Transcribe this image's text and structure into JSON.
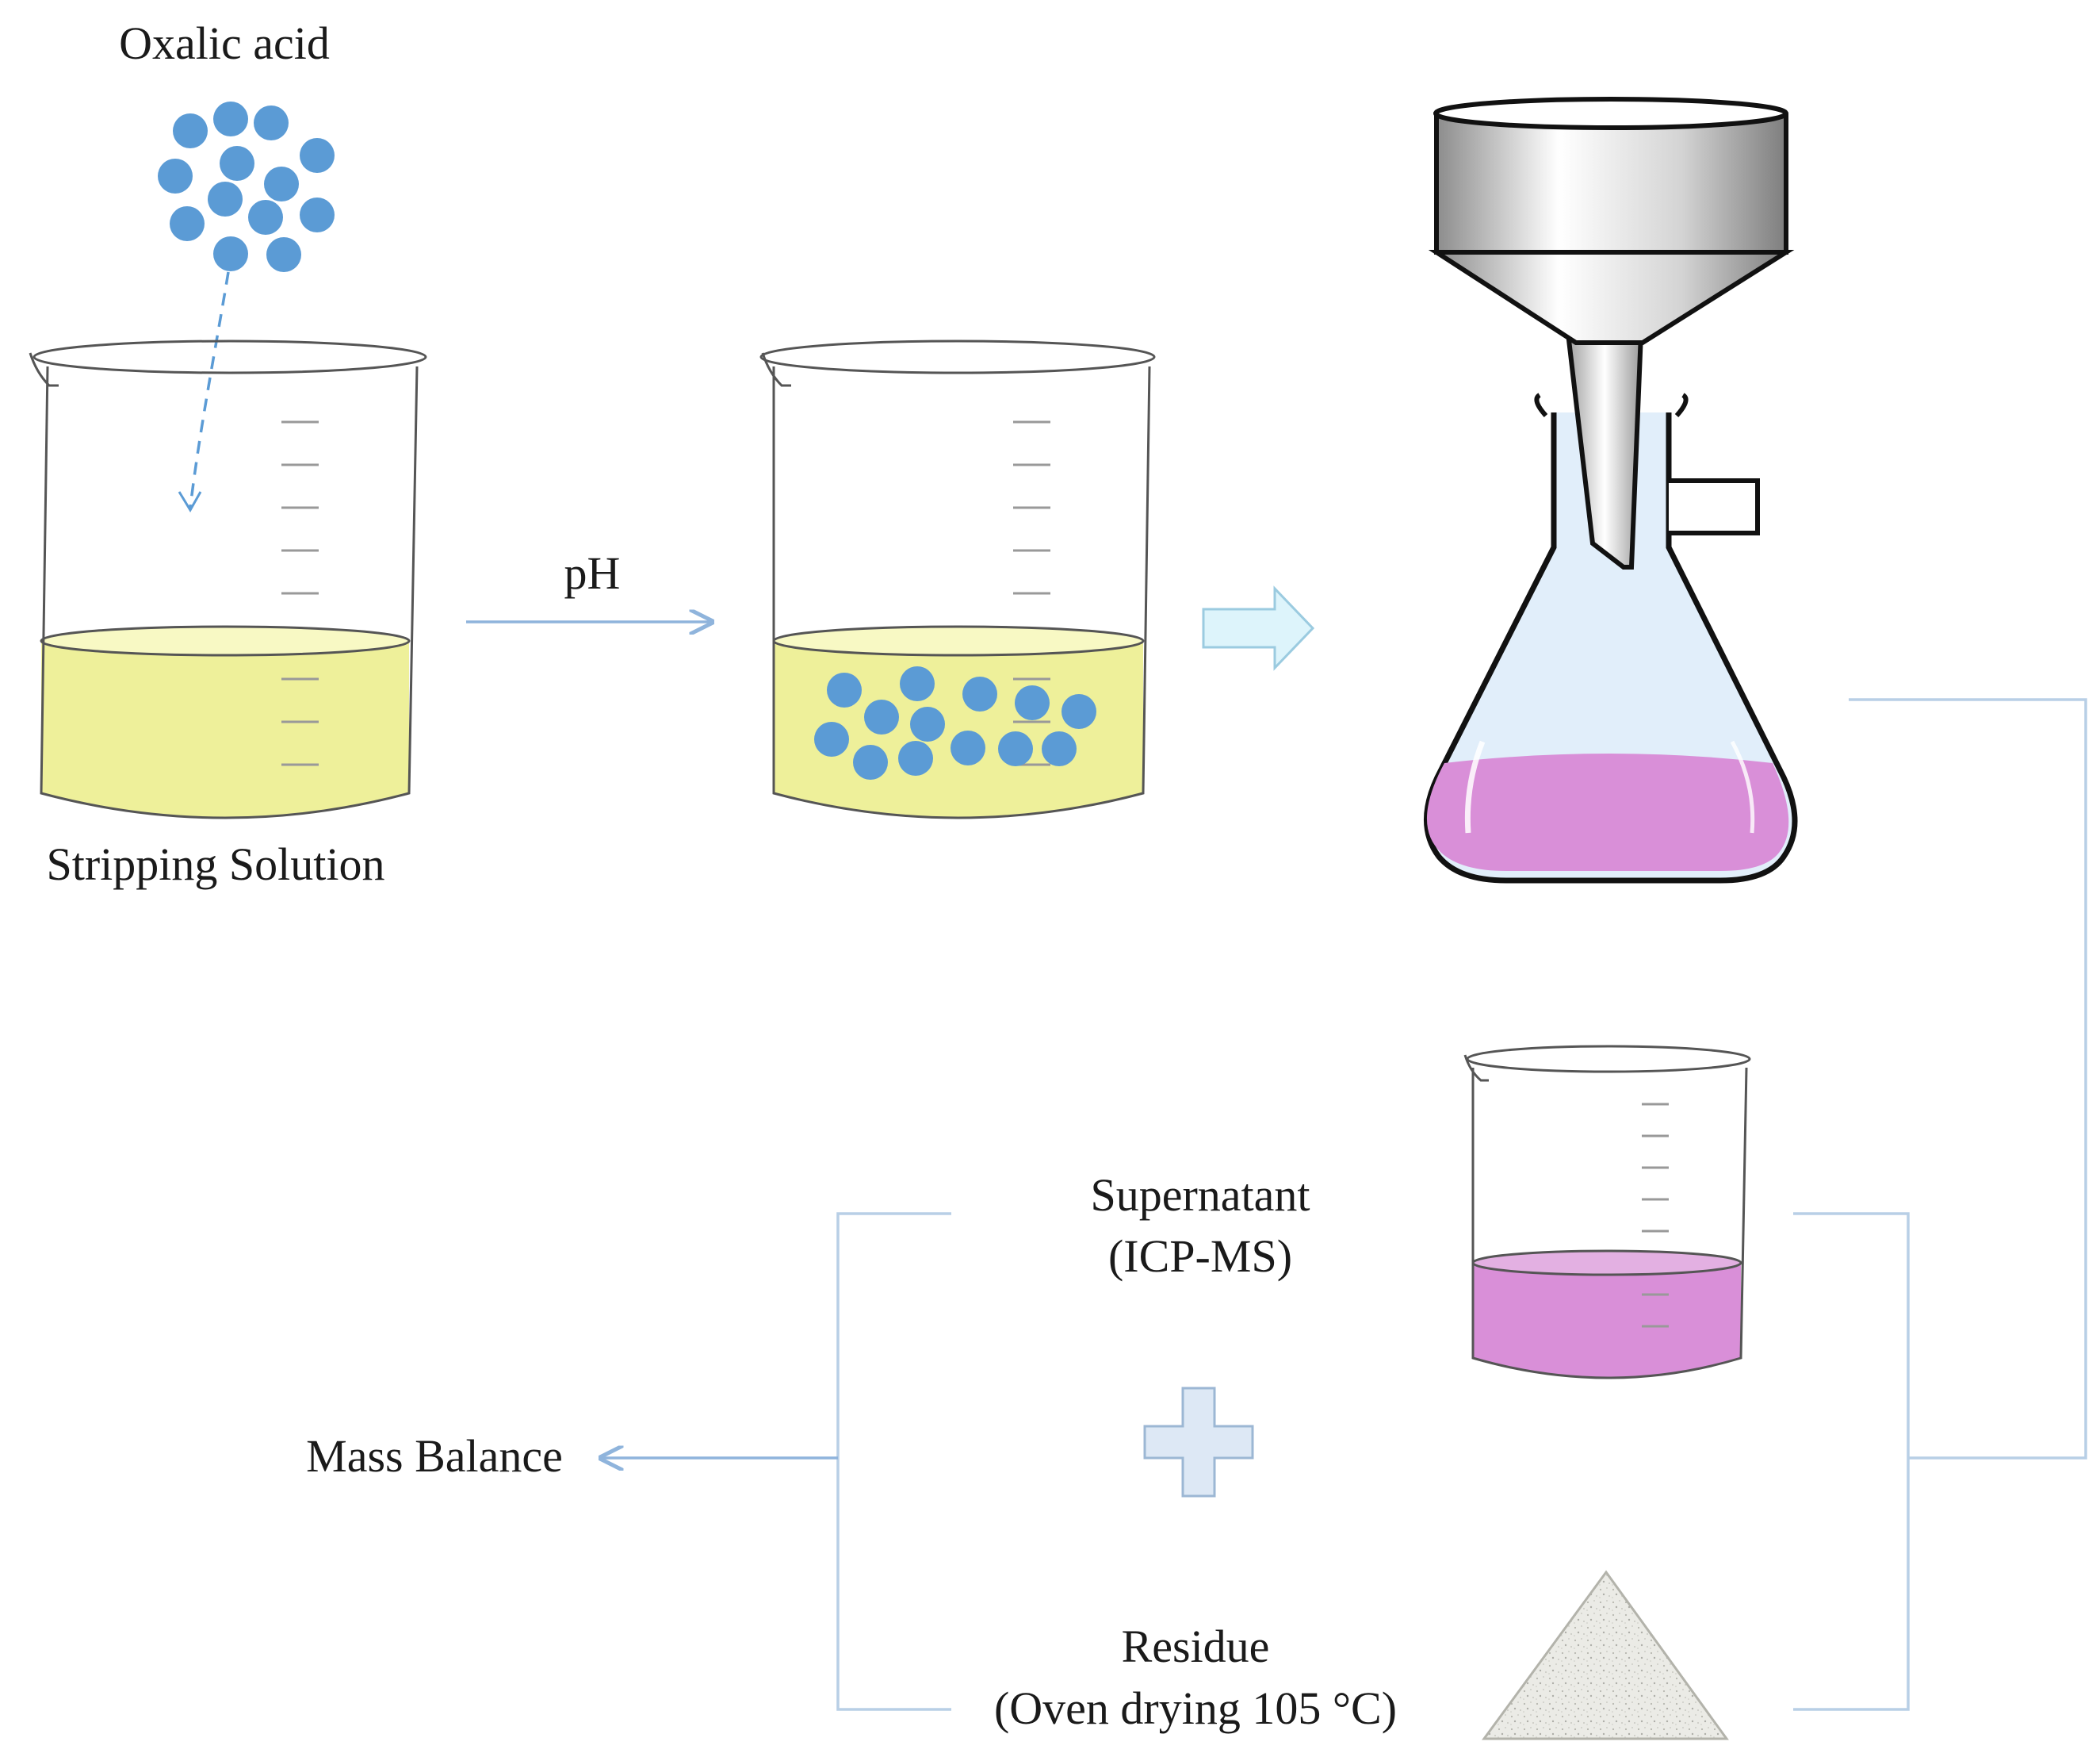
{
  "labels": {
    "oxalic_acid": "Oxalic acid",
    "stripping_solution": "Stripping Solution",
    "ph": "pH",
    "supernatant": "Supernatant",
    "supernatant_method": "(ICP-MS)",
    "mass_balance": "Mass Balance",
    "residue": "Residue",
    "residue_method": "(Oven drying 105 °C)"
  },
  "colors": {
    "stripping_solution": "#eef09a",
    "particles": "#5b9bd5",
    "filtrate": "#d98fd8",
    "connector": "#b8cfe6",
    "flow_arrow": "#8fb4dc",
    "powder": "#e8e8e4"
  }
}
